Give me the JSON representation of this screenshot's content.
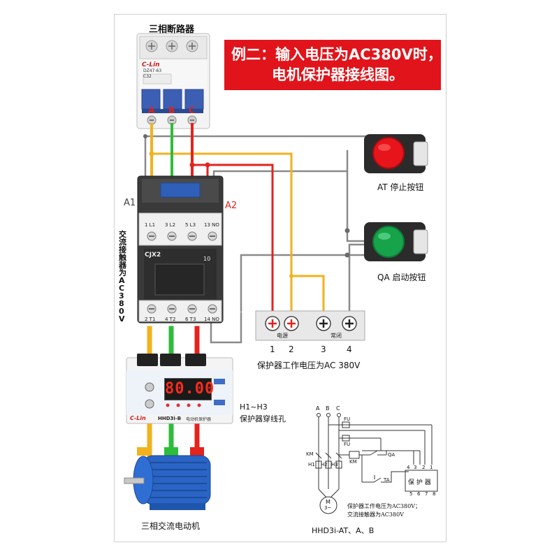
{
  "banner": {
    "line1": "例二：输入电压为AC380V时，",
    "line2": "电机保护器接线图。"
  },
  "breaker": {
    "title": "三相断路器",
    "brand": "C-Lin",
    "model": "DZ47-63",
    "rating": "C32",
    "phase_a": "A",
    "phase_b": "B",
    "phase_c": "C"
  },
  "contactor": {
    "label_a1": "A1",
    "label_a2": "A2",
    "model": "CJX2",
    "model_code": "10",
    "side_label": "交流接触器为AC 380V",
    "top_terminals": [
      "1 L1",
      "3 L2",
      "5 L3",
      "13 NO"
    ],
    "bottom_terminals": [
      "2 T1",
      "4 T2",
      "6 T3",
      "14 NO"
    ]
  },
  "buttons": {
    "stop_label": "AT 停止按钮",
    "start_label": "QA 启动按钮",
    "stop_color": "#e8141c",
    "start_color": "#17a34a"
  },
  "terminal_block": {
    "label_power": "电源",
    "label_nc": "常闭",
    "numbers": [
      "1",
      "2",
      "3",
      "4"
    ],
    "caption": "保护器工作电压为AC 380V"
  },
  "protector": {
    "display": "80.00",
    "brand": "C-Lin",
    "model": "HHD3i-B",
    "name": "电动机保护器",
    "hole_label_1": "H1~H3",
    "hole_label_2": "保护器穿线孔"
  },
  "motor": {
    "label": "三相交流电动机"
  },
  "schematic": {
    "phases": [
      "A",
      "B",
      "C"
    ],
    "fu1": "FU",
    "fu2": "FU",
    "km1": "KM",
    "km2": "KM",
    "holes": [
      "H1",
      "H2",
      "H3"
    ],
    "qa": "QA",
    "ta": "TA",
    "motor_m": "M",
    "motor_3": "3~",
    "protector_box": "保 护 器",
    "top_pins": [
      "4",
      "3",
      "2",
      "1"
    ],
    "bottom_pins": [
      "5",
      "6",
      "7",
      "8"
    ],
    "note1": "保护器工作电压为AC380V；",
    "note2": "交流接触器为AC380V",
    "model_caption": "HHD3i-AT、A、B"
  },
  "wire_colors": {
    "yellow": "#f2b21d",
    "green": "#2ebd3a",
    "red": "#e3231c",
    "gray": "#8a8a8a"
  }
}
